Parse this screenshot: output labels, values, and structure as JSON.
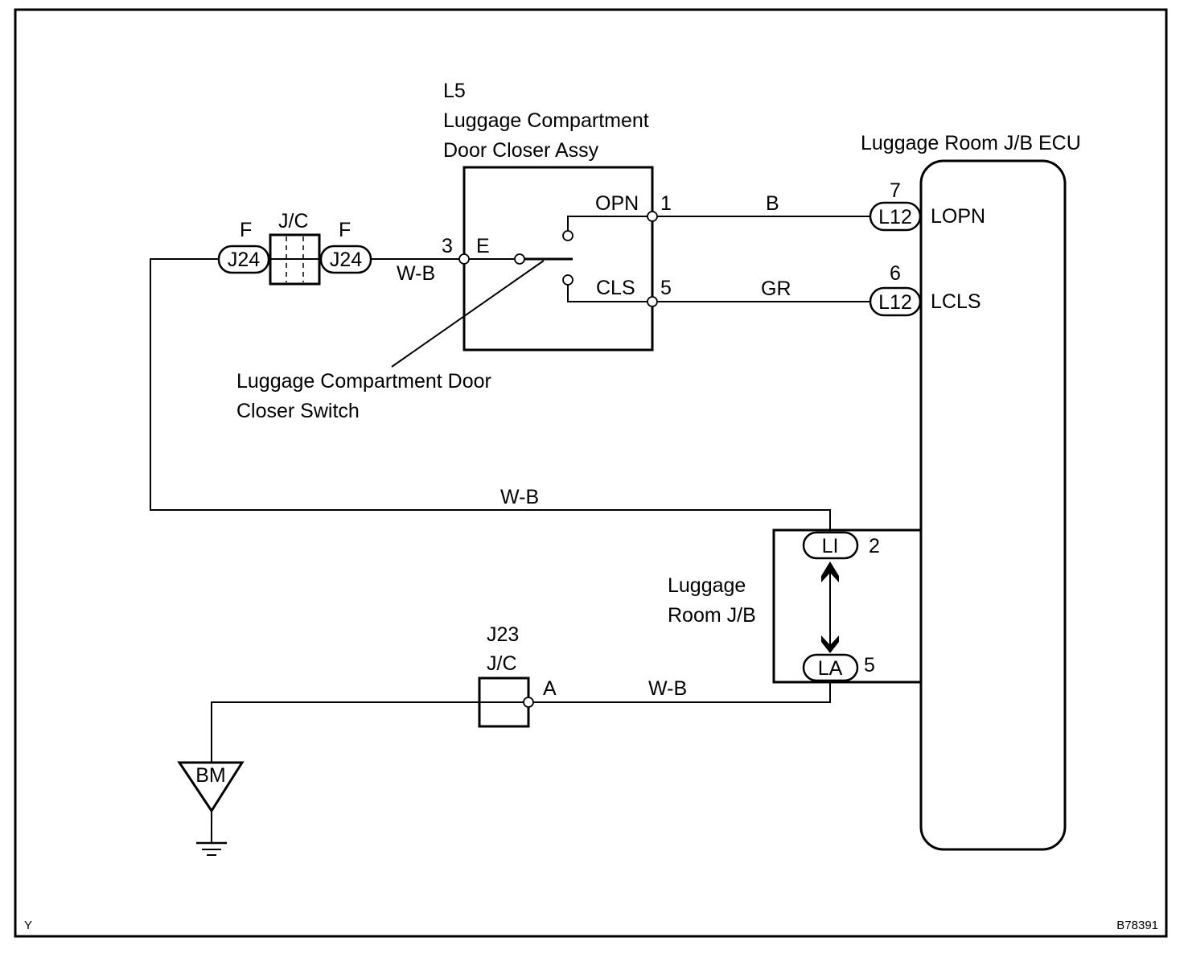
{
  "frame": {
    "corner_left": "Y",
    "corner_right": "B78391"
  },
  "door_closer": {
    "code": "L5",
    "name_line1": "Luggage Compartment",
    "name_line2": "Door Closer Assy",
    "pin_e_num": "3",
    "pin_e_name": "E",
    "pin_opn_num": "1",
    "pin_opn_name": "OPN",
    "pin_cls_num": "5",
    "pin_cls_name": "CLS"
  },
  "switch": {
    "label_line1": "Luggage Compartment Door",
    "label_line2": "Closer Switch"
  },
  "jc_top": {
    "code": "J/C",
    "left_connector": "J24",
    "left_pin": "F",
    "right_connector": "J24",
    "right_pin": "F"
  },
  "ecu": {
    "name": "Luggage Room J/B ECU",
    "lopn_connector": "L12",
    "lopn_pin": "7",
    "lopn_name": "LOPN",
    "lcls_connector": "L12",
    "lcls_pin": "6",
    "lcls_name": "LCLS"
  },
  "jb": {
    "name_line1": "Luggage",
    "name_line2": "Room J/B",
    "upper_connector": "LI",
    "upper_pin": "2",
    "lower_connector": "LA",
    "lower_pin": "5"
  },
  "jc_bottom": {
    "code": "J23",
    "name": "J/C",
    "pin": "A"
  },
  "ground": {
    "code": "BM"
  },
  "wires": {
    "e_wire": "W-B",
    "opn_wire": "B",
    "cls_wire": "GR",
    "return_wire": "W-B",
    "ground_wire": "W-B"
  }
}
